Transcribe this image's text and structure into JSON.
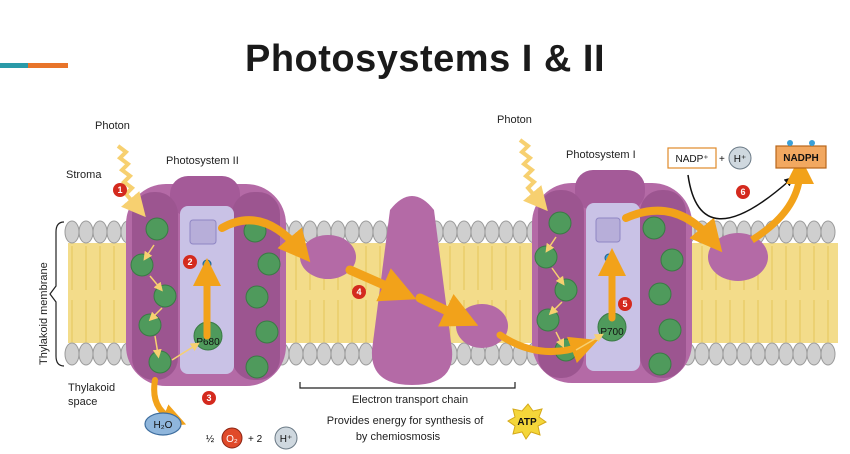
{
  "slide": {
    "title": "Photosystems I & II",
    "accent_colors": [
      "#2a9aa8",
      "#e8742a"
    ]
  },
  "diagram": {
    "labels": {
      "photon_left": "Photon",
      "photon_right": "Photon",
      "stroma": "Stroma",
      "photosystem_ii": "Photosystem II",
      "photosystem_i": "Photosystem I",
      "thylakoid_membrane": "Thylakoid membrane",
      "thylakoid_space_line1": "Thylakoid",
      "thylakoid_space_line2": "space",
      "p680": "P680",
      "p700": "P700",
      "h2o": "H₂O",
      "half": "½",
      "o2": "O₂",
      "plus_two": "+ 2",
      "h_plus": "H⁺",
      "nadp": "NADP⁺",
      "plus": "+",
      "nadph": "NADPH",
      "etc_line1": "Electron transport chain",
      "etc_line2": "Provides energy for synthesis of",
      "etc_line3": "by chemiosmosis",
      "atp": "ATP"
    },
    "steps": [
      "1",
      "2",
      "3",
      "4",
      "5",
      "6"
    ],
    "colors": {
      "membrane": "#f3dc8a",
      "lipid_head": "#c9c9c9",
      "protein": "#b46aa6",
      "protein_dark": "#8e4c86",
      "chlorophyll": "#4f9a5c",
      "arrow": "#f2a21a",
      "badge": "#d42a1e",
      "reaction_center": "#c9c2e6"
    }
  }
}
